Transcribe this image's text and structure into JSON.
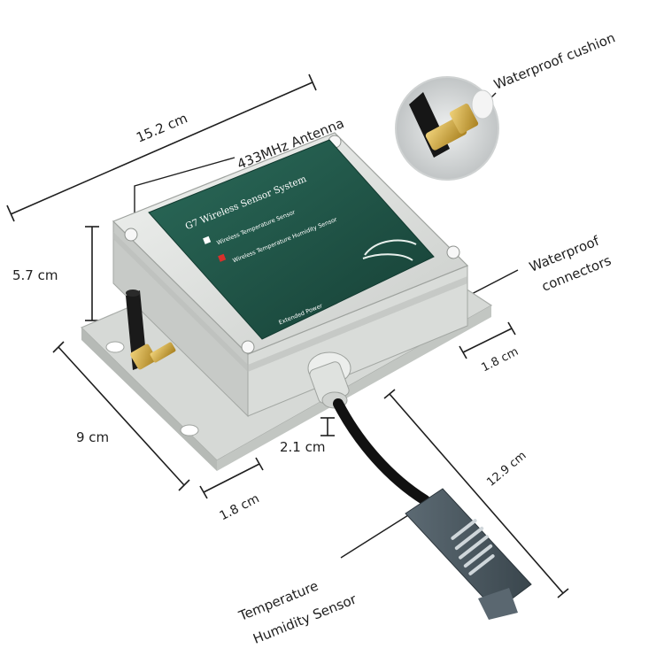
{
  "dimensions": {
    "length": "15.2 cm",
    "height": "5.7 cm",
    "depth": "9 cm",
    "flange_left": "1.8 cm",
    "flange_right": "1.8 cm",
    "connector_offset": "2.1 cm",
    "cable_length": "12.9 cm"
  },
  "callouts": {
    "antenna": "433MHz Antenna",
    "cushion": "Waterproof cushion",
    "connectors_line1": "Waterproof",
    "connectors_line2": "connectors",
    "sensor_line1": "Temperature",
    "sensor_line2": "Humidity Sensor"
  },
  "panel": {
    "title": "G7 Wireless Sensor System",
    "option1": "Wireless Temperature Sensor",
    "option2": "Wireless Temperature Humidity Sensor",
    "footer": "Extended Power"
  },
  "colors": {
    "panel_green": "#1f5a4a",
    "enclosure": "#e6e8e6",
    "antenna": "#1a1a1a",
    "brass": "#c9a24a",
    "probe": "#4c5a63",
    "indicator_red": "#d9302b"
  }
}
